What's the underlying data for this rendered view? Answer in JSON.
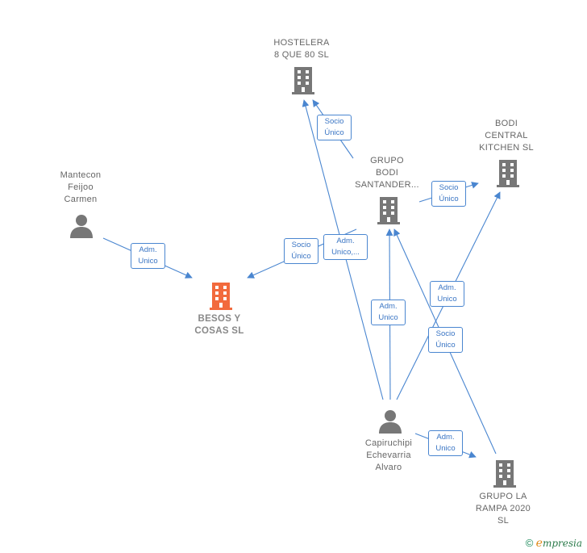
{
  "nodes": {
    "hostelera": {
      "label": "HOSTELERA\n8 QUE 80  SL",
      "type": "company"
    },
    "bodi_central": {
      "label": "BODI\nCENTRAL\nKITCHEN  SL",
      "type": "company"
    },
    "grupo_bodi": {
      "label": "GRUPO\nBODI\nSANTANDER...",
      "type": "company"
    },
    "mantecon": {
      "label": "Mantecon\nFeijoo\nCarmen",
      "type": "person"
    },
    "besos": {
      "label": "BESOS Y\nCOSAS  SL",
      "type": "company-main"
    },
    "capiruchipi": {
      "label": "Capiruchipi\nEchevarria\nAlvaro",
      "type": "person"
    },
    "grupo_rampa": {
      "label": "GRUPO LA\nRAMPA 2020\nSL",
      "type": "company"
    }
  },
  "badges": {
    "b1": "Socio\nÚnico",
    "b2": "Socio\nÚnico",
    "b3": "Adm.\nUnico",
    "b4": "Socio\nÚnico",
    "b5": "Adm.\nUnico,...",
    "b6": "Adm.\nUnico",
    "b7": "Adm.\nUnico",
    "b8": "Socio\nÚnico",
    "b9": "Adm.\nUnico"
  },
  "colors": {
    "edge": "#4a86d0",
    "company_icon": "#777777",
    "main_icon": "#f26a3d",
    "person_icon": "#777777"
  },
  "footer": {
    "copyright": "©",
    "brand_e": "e",
    "brand_rest": "mpresia"
  }
}
